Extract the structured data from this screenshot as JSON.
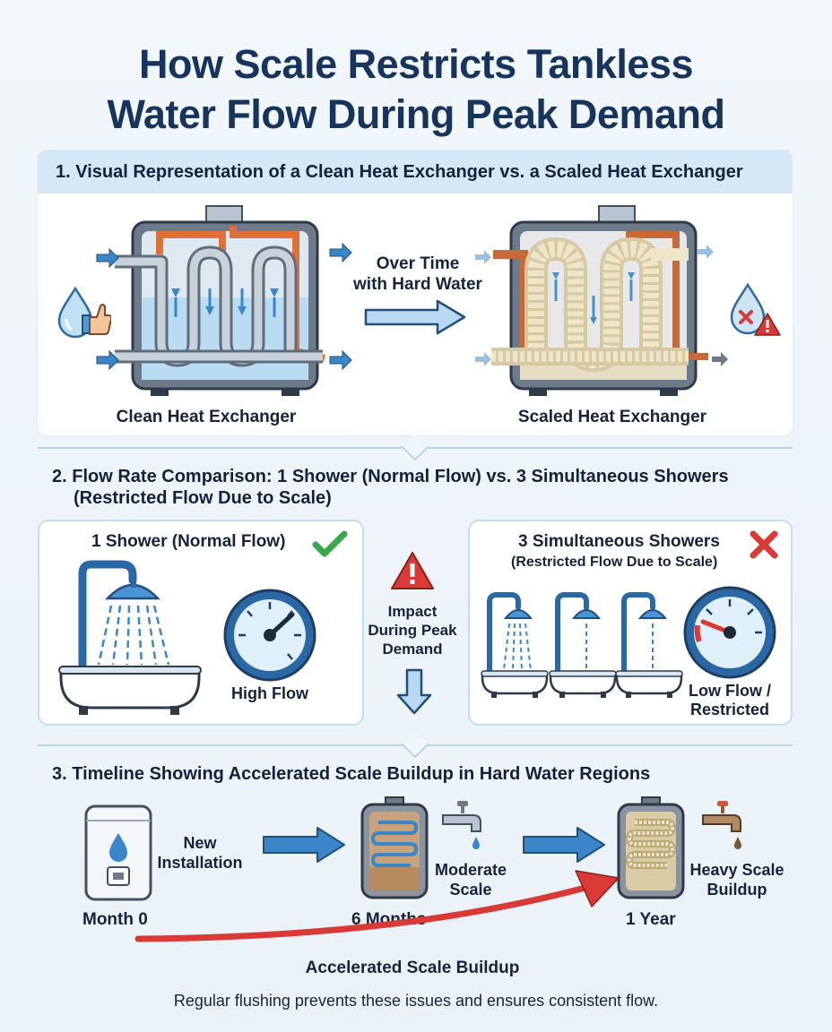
{
  "title": {
    "line1": "How Scale Restricts Tankless",
    "line2": "Water Flow During Peak Demand"
  },
  "section1": {
    "heading": "1. Visual Representation of a Clean Heat Exchanger vs. a Scaled Heat Exchanger",
    "clean_label": "Clean Heat Exchanger",
    "scaled_label": "Scaled Heat Exchanger",
    "transition_line1": "Over Time",
    "transition_line2": "with Hard Water"
  },
  "section2": {
    "heading_line1": "2. Flow Rate Comparison: 1 Shower (Normal Flow) vs. 3 Simultaneous Showers",
    "heading_line2": "(Restricted Flow Due to Scale)",
    "left_title": "1 Shower (Normal Flow)",
    "left_gauge_label": "High Flow",
    "impact_line1": "Impact",
    "impact_line2": "During Peak",
    "impact_line3": "Demand",
    "right_title": "3 Simultaneous Showers",
    "right_subtitle": "(Restricted Flow Due to Scale)",
    "right_gauge_line1": "Low Flow /",
    "right_gauge_line2": "Restricted"
  },
  "section3": {
    "heading": "3. Timeline Showing Accelerated Scale Buildup in Hard Water Regions",
    "stage0_label": "Month 0",
    "new_install_line1": "New",
    "new_install_line2": "Installation",
    "stage1_label": "6 Months",
    "moderate_line1": "Moderate",
    "moderate_line2": "Scale",
    "stage2_label": "1 Year",
    "heavy_line1": "Heavy Scale",
    "heavy_line2": "Buildup",
    "curve_label": "Accelerated Scale Buildup"
  },
  "footer": "Regular flushing prevents these issues and ensures consistent flow.",
  "colors": {
    "title": "#17345c",
    "water_blue": "#3a86c8",
    "hot_pipe": "#e0703a",
    "scale": "#efe6c8",
    "success_green": "#3aa74a",
    "danger_red": "#d93a36"
  }
}
